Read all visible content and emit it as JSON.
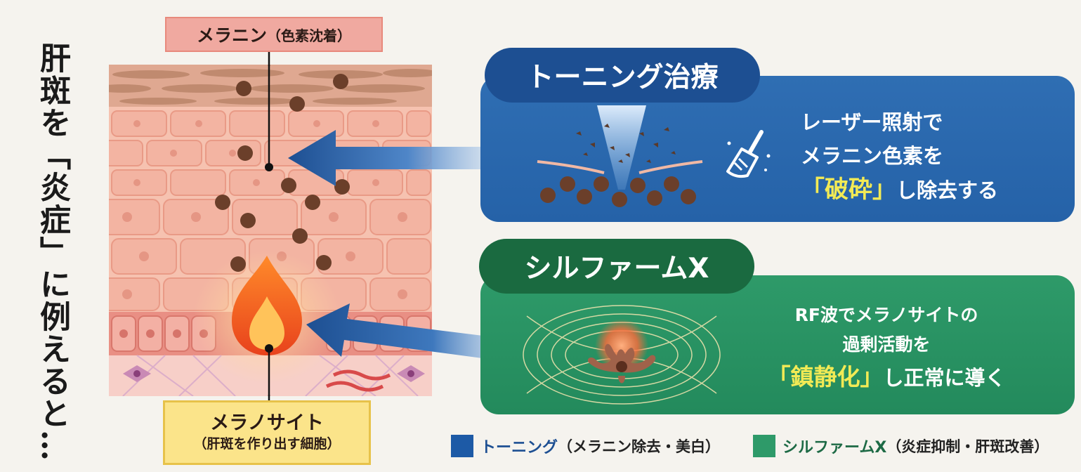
{
  "vertical_title": "肝斑を「炎症」に例えると…",
  "labels": {
    "melanin_main": "メラニン",
    "melanin_sub": "（色素沈着）",
    "melanocyte_main": "メラノサイト",
    "melanocyte_sub": "（肝斑を作り出す細胞）"
  },
  "toning": {
    "title": "トーニング治療",
    "line1": "レーザー照射で",
    "line2": "メラニン色素を",
    "line3_highlight": "「破砕」",
    "line3_rest": "し除去する"
  },
  "sylfirm": {
    "title": "シルファームX",
    "line1": "RF波でメラノサイトの",
    "line2": "過剰活動を",
    "line3_highlight": "「鎮静化」",
    "line3_rest": "し正常に導く"
  },
  "legend": {
    "toning_label": "トーニング",
    "toning_note": "（メラニン除去・美白）",
    "sylfirm_label": "シルファームX",
    "sylfirm_note": "（炎症抑制・肝斑改善）"
  },
  "colors": {
    "toning_blue": "#1d5aa6",
    "sylfirm_green": "#2e9a69",
    "highlight_yellow": "#f2ea55"
  },
  "icons": [
    "broom-icon",
    "flame-icon",
    "laser-beam-icon",
    "rf-wave-icon",
    "melanocyte-cell-icon"
  ]
}
